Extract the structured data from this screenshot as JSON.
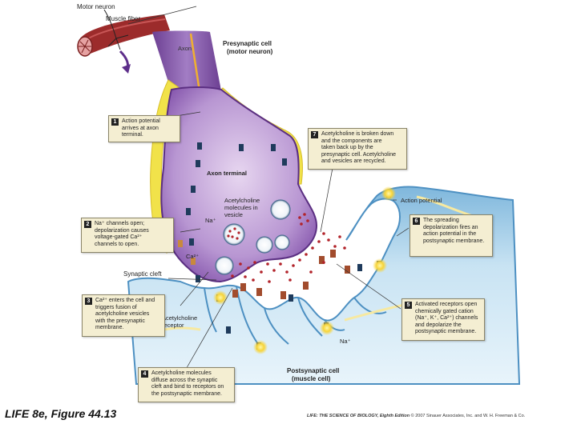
{
  "labels": {
    "motor_neuron": "Motor neuron",
    "muscle_fiber": "Muscle fiber",
    "axon": "Axon",
    "presynaptic_cell": "Presynaptic cell",
    "presynaptic_cell_sub": "(motor neuron)",
    "axon_terminal": "Axon terminal",
    "ach_in_vesicle": "Acetylcholine\nmolecules in\nvesicle",
    "na_plus": "Na⁺",
    "ca_2plus": "Ca²⁺",
    "synaptic_cleft": "Synaptic cleft",
    "ach_receptor": "Acetylcholine\nreceptor",
    "na_plus_lower": "Na⁺",
    "action_potential": "Action potential",
    "postsynaptic_cell": "Postsynaptic cell",
    "postsynaptic_cell_sub": "(muscle cell)"
  },
  "steps": [
    {
      "num": "1",
      "text": "Action potential\narrives at axon\nterminal."
    },
    {
      "num": "2",
      "text": "Na⁺ channels open;\ndepolarization causes\nvoltage-gated Ca²⁺\nchannels to open."
    },
    {
      "num": "3",
      "text": "Ca²⁺ enters the cell and\ntriggers fusion of\nacetylcholine vesicles\nwith the presynaptic\nmembrane."
    },
    {
      "num": "4",
      "text": "Acetylcholine molecules\ndiffuse across the synaptic\ncleft and bind to receptors on\nthe postsynaptic membrane."
    },
    {
      "num": "5",
      "text": "Activated receptors open\nchemically gated cation\n(Na⁺, K⁺, Ca²⁺) channels\nand depolarize the\npostsynaptic membrane."
    },
    {
      "num": "6",
      "text": "The spreading\ndepolarization fires an\naction potential in the\npostsynaptic membrane."
    },
    {
      "num": "7",
      "text": "Acetylcholine is broken down\nand the components are\ntaken back up by the\npresynaptic cell. Acetylcholine\nand vesicles are recycled."
    }
  ],
  "footer": {
    "figure_title": "LIFE 8e, Figure 44.13",
    "book_title": "LIFE: THE SCIENCE OF BIOLOGY, Eighth Edition",
    "copyright": "© 2007 Sinauer Associates, Inc. and W. H. Freeman & Co."
  },
  "colors": {
    "axon_purple": "#8a5cb0",
    "axon_light": "#c9a8dc",
    "myelin_yellow": "#f1e24a",
    "muscle_blue": "#9ccbe6",
    "muscle_light": "#d8ecf7",
    "acetylcholine_red": "#b2232a",
    "callout_bg": "#f4eed2"
  }
}
